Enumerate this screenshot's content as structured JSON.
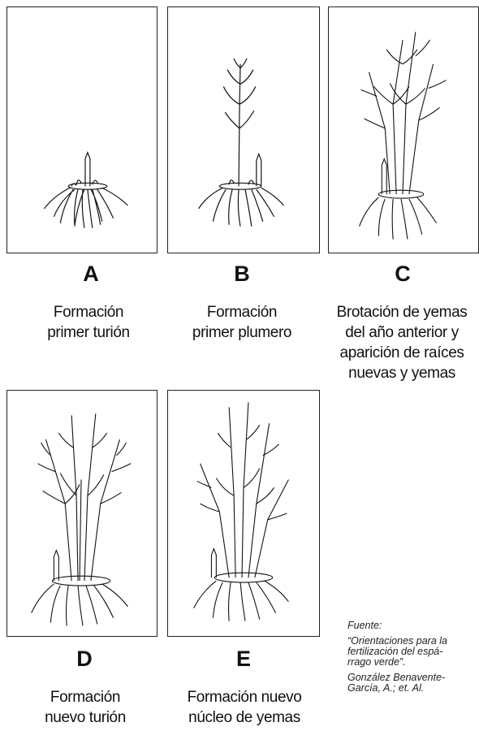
{
  "panels": [
    {
      "letter": "A",
      "caption": [
        "Formación",
        "primer turión"
      ]
    },
    {
      "letter": "B",
      "caption": [
        "Formación",
        "primer plumero"
      ]
    },
    {
      "letter": "C",
      "caption": [
        "Brotación de yemas",
        "del año anterior y",
        "aparición de raíces",
        "nuevas y yemas"
      ]
    },
    {
      "letter": "D",
      "caption": [
        "Formación",
        "nuevo turión"
      ]
    },
    {
      "letter": "E",
      "caption": [
        "Formación nuevo",
        "núcleo de yemas"
      ]
    }
  ],
  "source": {
    "label": "Fuente:",
    "title": [
      "“Orientaciones para la",
      "fertilización del espá-",
      "rrago verde”."
    ],
    "authors": [
      "González Benavente-",
      "García, A.; et. Al."
    ]
  }
}
